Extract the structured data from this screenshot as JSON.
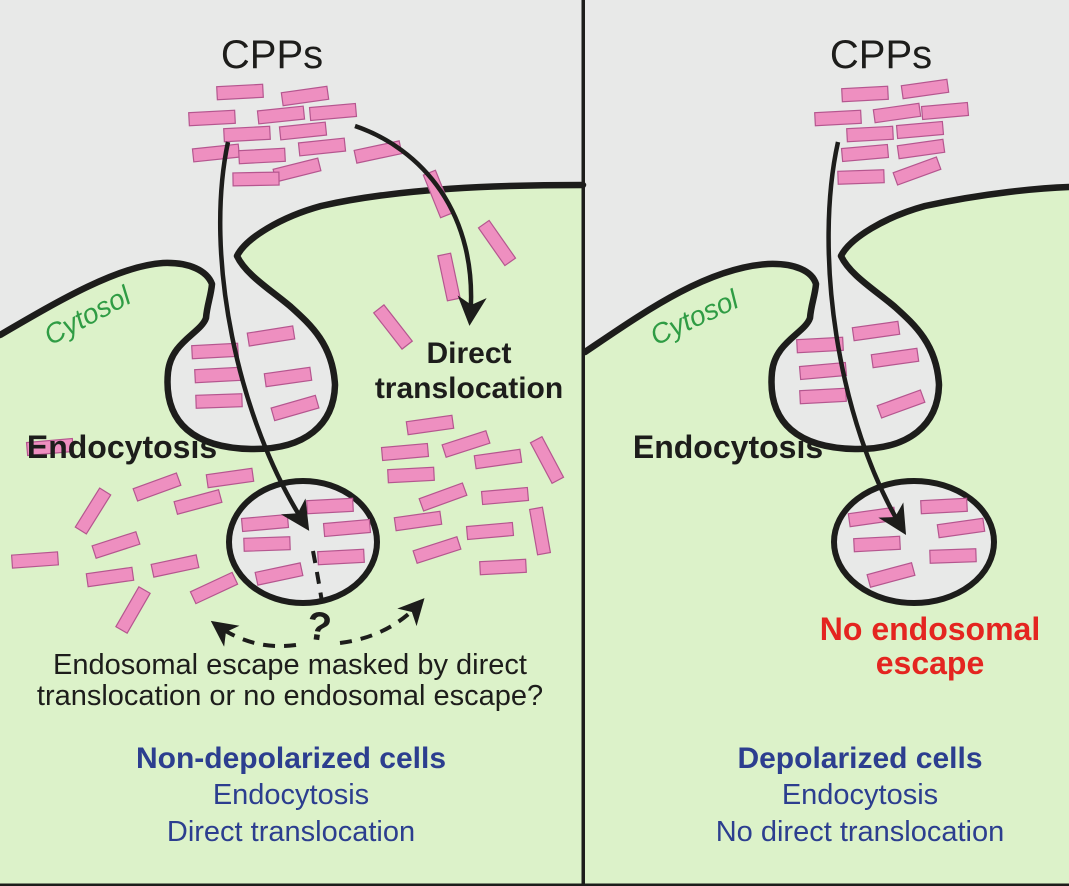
{
  "colors": {
    "gray": "#e8e9e8",
    "green": "#dcf2c9",
    "ink": "#1d1d1b",
    "pink": "#ee8fc0",
    "pink-border": "#b5568f",
    "green-text": "#2f9c44",
    "blue": "#2c3e8f",
    "red": "#e42520"
  },
  "left_panel": {
    "title": "CPPs",
    "cytosol": "Cytosol",
    "endocytosis": "Endocytosis",
    "direct_line1": "Direct",
    "direct_line2": "translocation",
    "question_mark": "?",
    "caption_line1": "Endosomal escape masked by direct",
    "caption_line2": "translocation or no endosomal escape?",
    "summary_heading": "Non-depolarized cells",
    "summary_line1": "Endocytosis",
    "summary_line2": "Direct translocation"
  },
  "right_panel": {
    "title": "CPPs",
    "cytosol": "Cytosol",
    "endocytosis": "Endocytosis",
    "no_escape_line1": "No endosomal",
    "no_escape_line2": "escape",
    "summary_heading": "Depolarized cells",
    "summary_line1": "Endocytosis",
    "summary_line2": "No direct translocation"
  },
  "peptides": {
    "left_cluster": [
      [
        240,
        92,
        -3
      ],
      [
        305,
        96,
        -8
      ],
      [
        212,
        118,
        -3
      ],
      [
        281,
        115,
        -6
      ],
      [
        333,
        112,
        -5
      ],
      [
        247,
        134,
        -3
      ],
      [
        303,
        131,
        -6
      ],
      [
        216,
        153,
        -6
      ],
      [
        262,
        156,
        -3
      ],
      [
        322,
        147,
        -6
      ],
      [
        378,
        152,
        -12
      ],
      [
        297,
        170,
        -14
      ],
      [
        256,
        179,
        -1
      ]
    ],
    "left_extracellular": [
      [
        438,
        194,
        68
      ],
      [
        497,
        243,
        55
      ],
      [
        449,
        277,
        78
      ],
      [
        393,
        327,
        52
      ]
    ],
    "left_pit": [
      [
        215,
        351,
        -3
      ],
      [
        271,
        336,
        -9
      ],
      [
        218,
        375,
        -3
      ],
      [
        288,
        377,
        -8
      ],
      [
        219,
        401,
        -2
      ],
      [
        295,
        408,
        -16
      ]
    ],
    "left_endosome": [
      [
        265,
        523,
        -5
      ],
      [
        330,
        506,
        -3
      ],
      [
        347,
        528,
        -5
      ],
      [
        267,
        544,
        -2
      ],
      [
        341,
        557,
        -3
      ],
      [
        279,
        574,
        -12
      ]
    ],
    "left_cytosol": [
      [
        50,
        447,
        -5
      ],
      [
        157,
        487,
        -20
      ],
      [
        230,
        478,
        -8
      ],
      [
        93,
        511,
        -58
      ],
      [
        198,
        502,
        -15
      ],
      [
        116,
        545,
        -18
      ],
      [
        175,
        566,
        -12
      ],
      [
        110,
        577,
        -8
      ],
      [
        35,
        560,
        -4
      ],
      [
        214,
        588,
        -25
      ],
      [
        133,
        610,
        -60
      ],
      [
        430,
        425,
        -8
      ],
      [
        405,
        452,
        -5
      ],
      [
        466,
        444,
        -18
      ],
      [
        498,
        459,
        -8
      ],
      [
        547,
        460,
        62
      ],
      [
        411,
        475,
        -3
      ],
      [
        443,
        497,
        -20
      ],
      [
        505,
        496,
        -5
      ],
      [
        540,
        531,
        80
      ],
      [
        418,
        521,
        -8
      ],
      [
        490,
        531,
        -5
      ],
      [
        437,
        550,
        -18
      ],
      [
        503,
        567,
        -3
      ]
    ],
    "right_cluster": [
      [
        865,
        94,
        -3
      ],
      [
        925,
        89,
        -8
      ],
      [
        838,
        118,
        -3
      ],
      [
        897,
        113,
        -8
      ],
      [
        945,
        111,
        -5
      ],
      [
        870,
        134,
        -3
      ],
      [
        920,
        130,
        -5
      ],
      [
        865,
        153,
        -5
      ],
      [
        921,
        149,
        -8
      ],
      [
        861,
        177,
        -2
      ],
      [
        917,
        171,
        -20
      ]
    ],
    "right_pit": [
      [
        820,
        345,
        -3
      ],
      [
        876,
        331,
        -8
      ],
      [
        823,
        371,
        -5
      ],
      [
        895,
        358,
        -8
      ],
      [
        823,
        396,
        -3
      ],
      [
        901,
        404,
        -20
      ]
    ],
    "right_endosome": [
      [
        872,
        517,
        -8
      ],
      [
        944,
        506,
        -3
      ],
      [
        961,
        528,
        -8
      ],
      [
        877,
        544,
        -3
      ],
      [
        953,
        556,
        -2
      ],
      [
        891,
        575,
        -15
      ]
    ]
  }
}
